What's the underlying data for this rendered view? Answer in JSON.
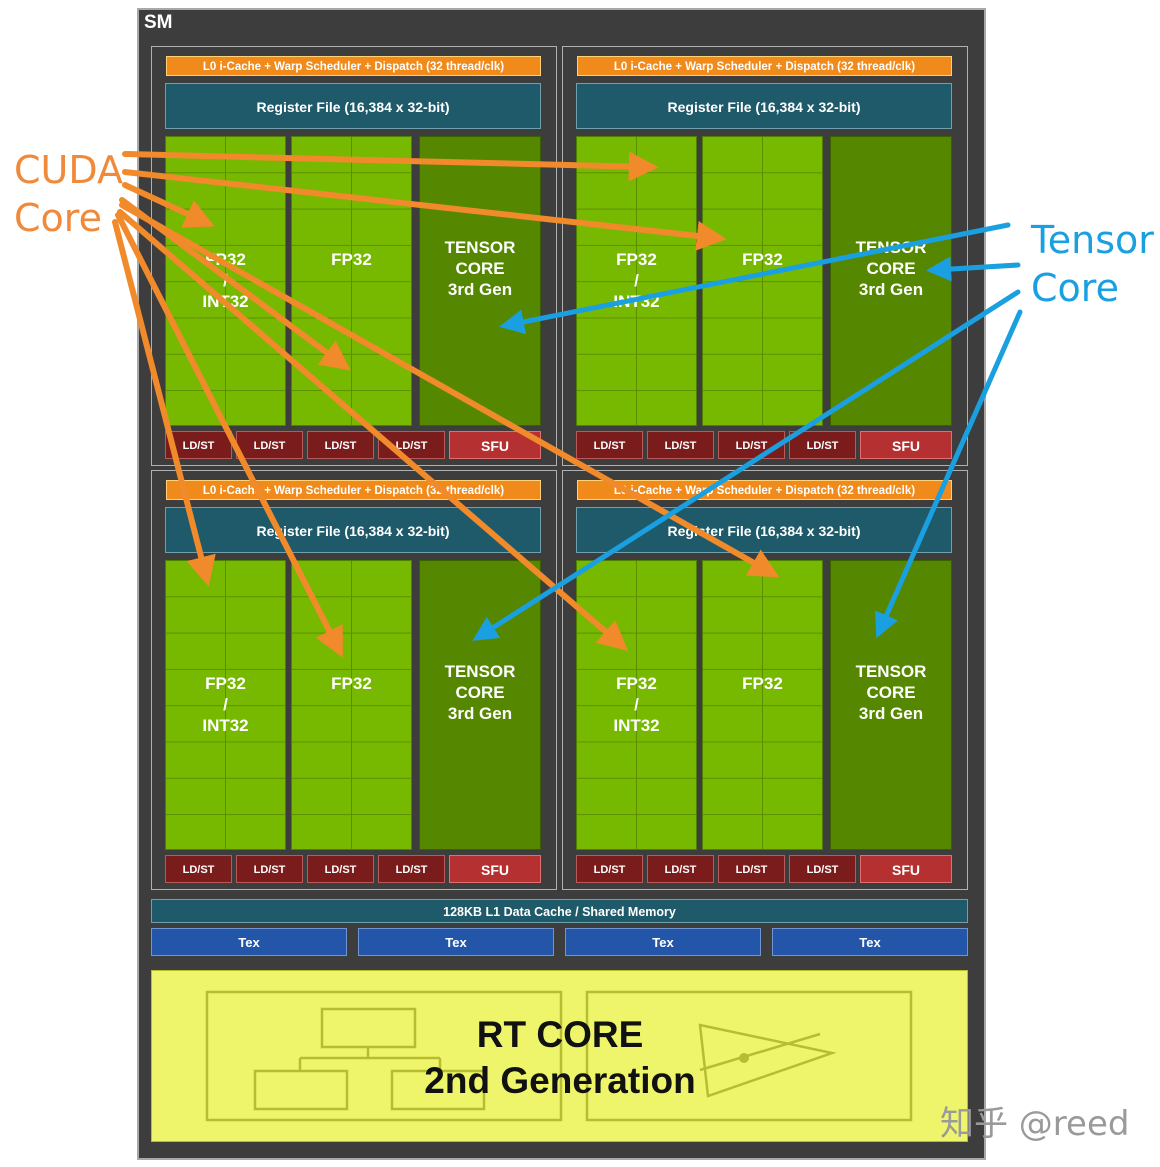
{
  "sm_title": "SM",
  "quadrants": [
    {
      "dispatch": "L0 i-Cache + Warp Scheduler + Dispatch (32 thread/clk)",
      "register_file": "Register File (16,384 x 32-bit)"
    },
    {
      "dispatch": "L0 i-Cache + Warp Scheduler + Dispatch (32 thread/clk)",
      "register_file": "Register File (16,384 x 32-bit)"
    },
    {
      "dispatch": "L0 i-Cache + Warp Scheduler + Dispatch (32 thread/clk)",
      "register_file": "Register File (16,384 x 32-bit)"
    },
    {
      "dispatch": "L0 i-Cache + Warp Scheduler + Dispatch (32 thread/clk)",
      "register_file": "Register File (16,384 x 32-bit)"
    }
  ],
  "units": {
    "fp32_int32": [
      "FP32",
      "/",
      "INT32"
    ],
    "fp32": "FP32",
    "tensor": [
      "TENSOR",
      "CORE",
      "3rd Gen"
    ],
    "ldst": "LD/ST",
    "sfu": "SFU"
  },
  "l1_cache": "128KB L1 Data Cache / Shared Memory",
  "tex": [
    "Tex",
    "Tex",
    "Tex",
    "Tex"
  ],
  "rt_core": {
    "line1": "RT CORE",
    "line2": "2nd Generation"
  },
  "callouts": {
    "cuda": [
      "CUDA",
      "Core"
    ],
    "tensor": [
      "Tensor",
      "Core"
    ]
  },
  "colors": {
    "cuda_arrow": "#f08a2a",
    "tensor_arrow": "#1aa0e0"
  },
  "watermark": "知乎 @reed"
}
